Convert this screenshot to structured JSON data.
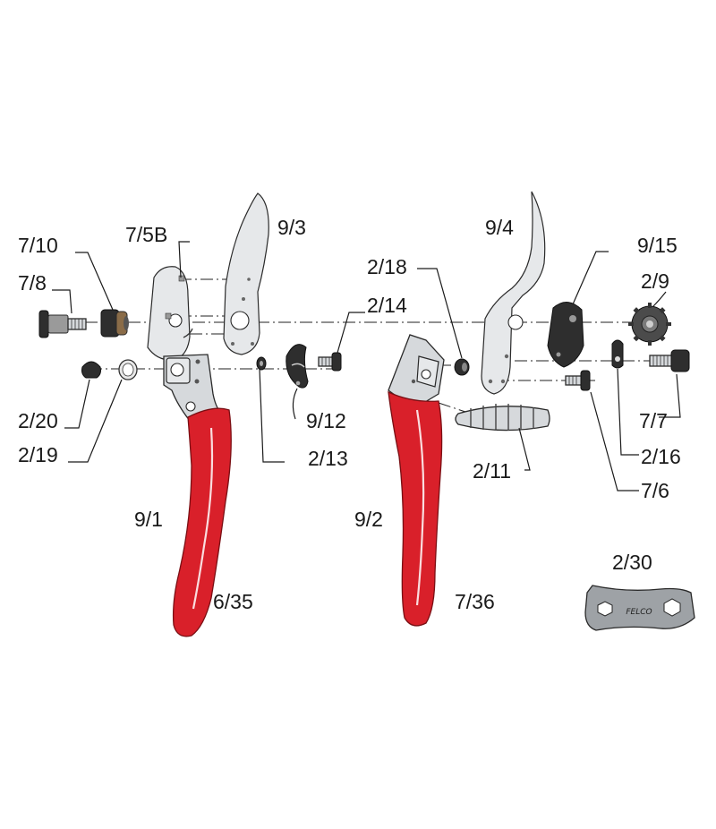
{
  "labels": {
    "p_9_3": "9/3",
    "p_7_5b": "7/5B",
    "p_7_10": "7/10",
    "p_7_8": "7/8",
    "p_2_14": "2/14",
    "p_2_20": "2/20",
    "p_2_19": "2/19",
    "p_9_12": "9/12",
    "p_2_13": "2/13",
    "p_9_1": "9/1",
    "p_6_35": "6/35",
    "p_9_4": "9/4",
    "p_9_15": "9/15",
    "p_2_18": "2/18",
    "p_2_9": "2/9",
    "p_7_7": "7/7",
    "p_2_16": "2/16",
    "p_7_6": "7/6",
    "p_2_11": "2/11",
    "p_9_2": "9/2",
    "p_7_36": "7/36",
    "p_2_30": "2/30"
  },
  "tool_stamp": "FELCO",
  "colors": {
    "handle_red": "#d9202a",
    "metal": "#d6d9dc",
    "dark_part": "#2e2e2e",
    "ink": "#1a1a1a"
  }
}
